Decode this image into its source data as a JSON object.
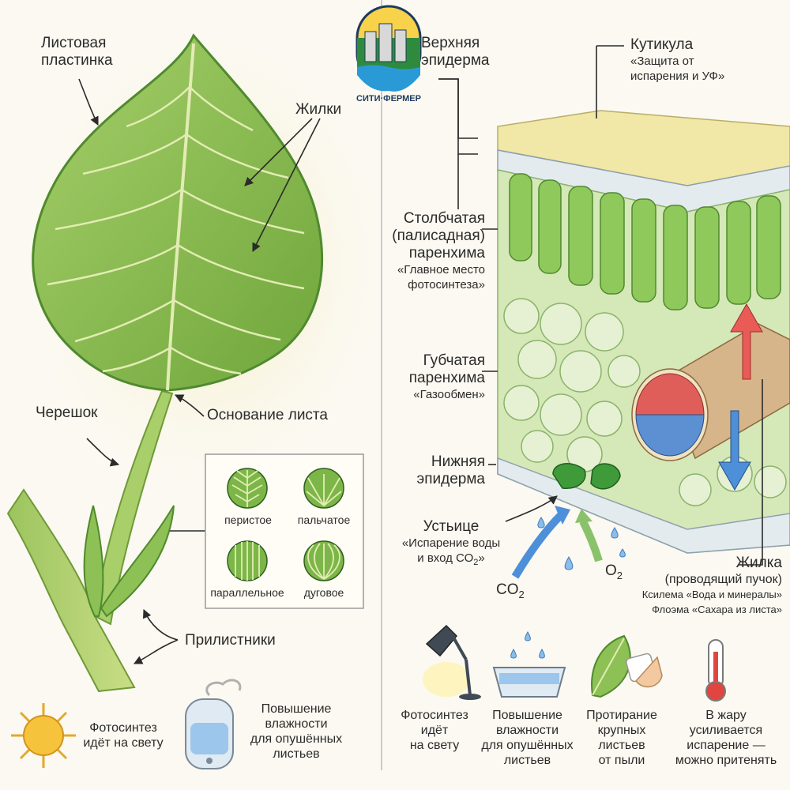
{
  "logo": {
    "text": "СИТИ·ФЕРМЕР"
  },
  "left": {
    "blade": {
      "line1": "Листовая",
      "line2": "пластинка"
    },
    "veins": "Жилки",
    "petiole": "Черешок",
    "base": "Основание листа",
    "stipules": "Прилистники",
    "venation": {
      "pinnate": "перистое",
      "palmate": "пальчатое",
      "parallel": "параллельное",
      "arcuate": "дуговое"
    }
  },
  "right": {
    "upper_epidermis": {
      "line1": "Верхняя",
      "line2": "эпидерма"
    },
    "cuticle": {
      "title": "Кутикула",
      "sub1": "«Защита от",
      "sub2": "испарения и УФ»"
    },
    "palisade": {
      "line1": "Столбчатая",
      "line2": "(палисадная)",
      "line3": "паренхима",
      "sub1": "«Главное место",
      "sub2": "фотосинтеза»"
    },
    "spongy": {
      "line1": "Губчатая",
      "line2": "паренхима",
      "sub1": "«Газообмен»"
    },
    "lower_epidermis": {
      "line1": "Нижняя",
      "line2": "эпидерма"
    },
    "stomata": {
      "title": "Устьице",
      "sub1": "«Испарение воды",
      "sub2": "и вход СО",
      "sub2_end": "»"
    },
    "co2": "CO",
    "o2": "O",
    "vein": {
      "title": "Жилка",
      "sub1": "(проводящий пучок)",
      "sub2": "Ксилема «Вода и минералы»",
      "sub3": "Флоэма «Сахара из листа»"
    }
  },
  "bottom": {
    "left1": {
      "l1": "Фотосинтез",
      "l2": "идёт на свету"
    },
    "left2": {
      "l1": "Повышение",
      "l2": "влажности",
      "l3": "для опушённых",
      "l4": "листьев"
    },
    "tip1": {
      "l1": "Фотосинтез",
      "l2": "идёт",
      "l3": "на свету"
    },
    "tip2": {
      "l1": "Повышение",
      "l2": "влажности",
      "l3": "для опушённых",
      "l4": "листьев"
    },
    "tip3": {
      "l1": "Протирание",
      "l2": "крупных",
      "l3": "листьев",
      "l4": "от пыли"
    },
    "tip4": {
      "l1": "В жару",
      "l2": "усиливается",
      "l3": "испарение —",
      "l4": "можно притенять"
    }
  },
  "colors": {
    "leaf": "#8dc055",
    "leaf_dark": "#4f8a2e",
    "vein": "#e3ecb4",
    "arrow_red": "#e85b57",
    "arrow_blue": "#4d8fd9",
    "arrow_green": "#89c26a",
    "xylem": "#e05e59",
    "phloem": "#5d90d2"
  }
}
